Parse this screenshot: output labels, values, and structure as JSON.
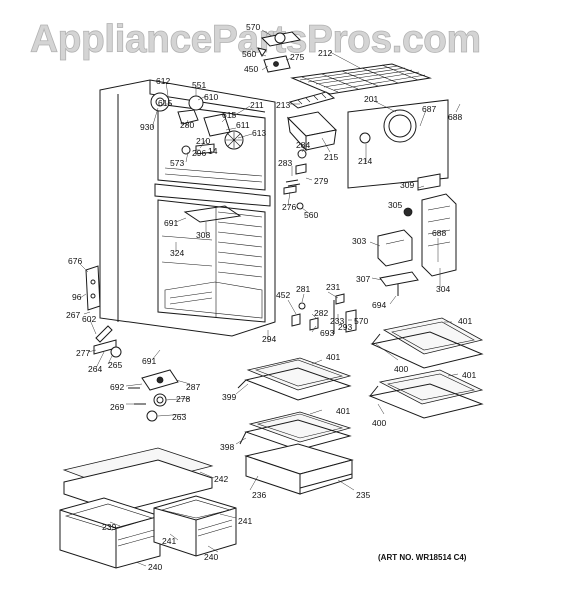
{
  "watermark": "AppliancePartsPros.com",
  "art_number": "(ART NO. WR18514 C4)",
  "callouts": [
    "570",
    "560",
    "450",
    "275",
    "212",
    "612",
    "551",
    "615",
    "610",
    "930",
    "280",
    "211",
    "615",
    "611",
    "613",
    "210",
    "296",
    "14",
    "573",
    "213",
    "201",
    "687",
    "688",
    "215",
    "284",
    "214",
    "283",
    "279",
    "276",
    "560",
    "309",
    "305",
    "691",
    "308",
    "324",
    "688",
    "303",
    "676",
    "96",
    "267",
    "602",
    "452",
    "281",
    "231",
    "307",
    "304",
    "694",
    "282",
    "233",
    "570",
    "293",
    "693",
    "401",
    "277",
    "264",
    "265",
    "691",
    "294",
    "401",
    "400",
    "692",
    "287",
    "278",
    "269",
    "263",
    "399",
    "401",
    "401",
    "400",
    "398",
    "242",
    "236",
    "235",
    "239",
    "241",
    "241",
    "240",
    "240"
  ]
}
